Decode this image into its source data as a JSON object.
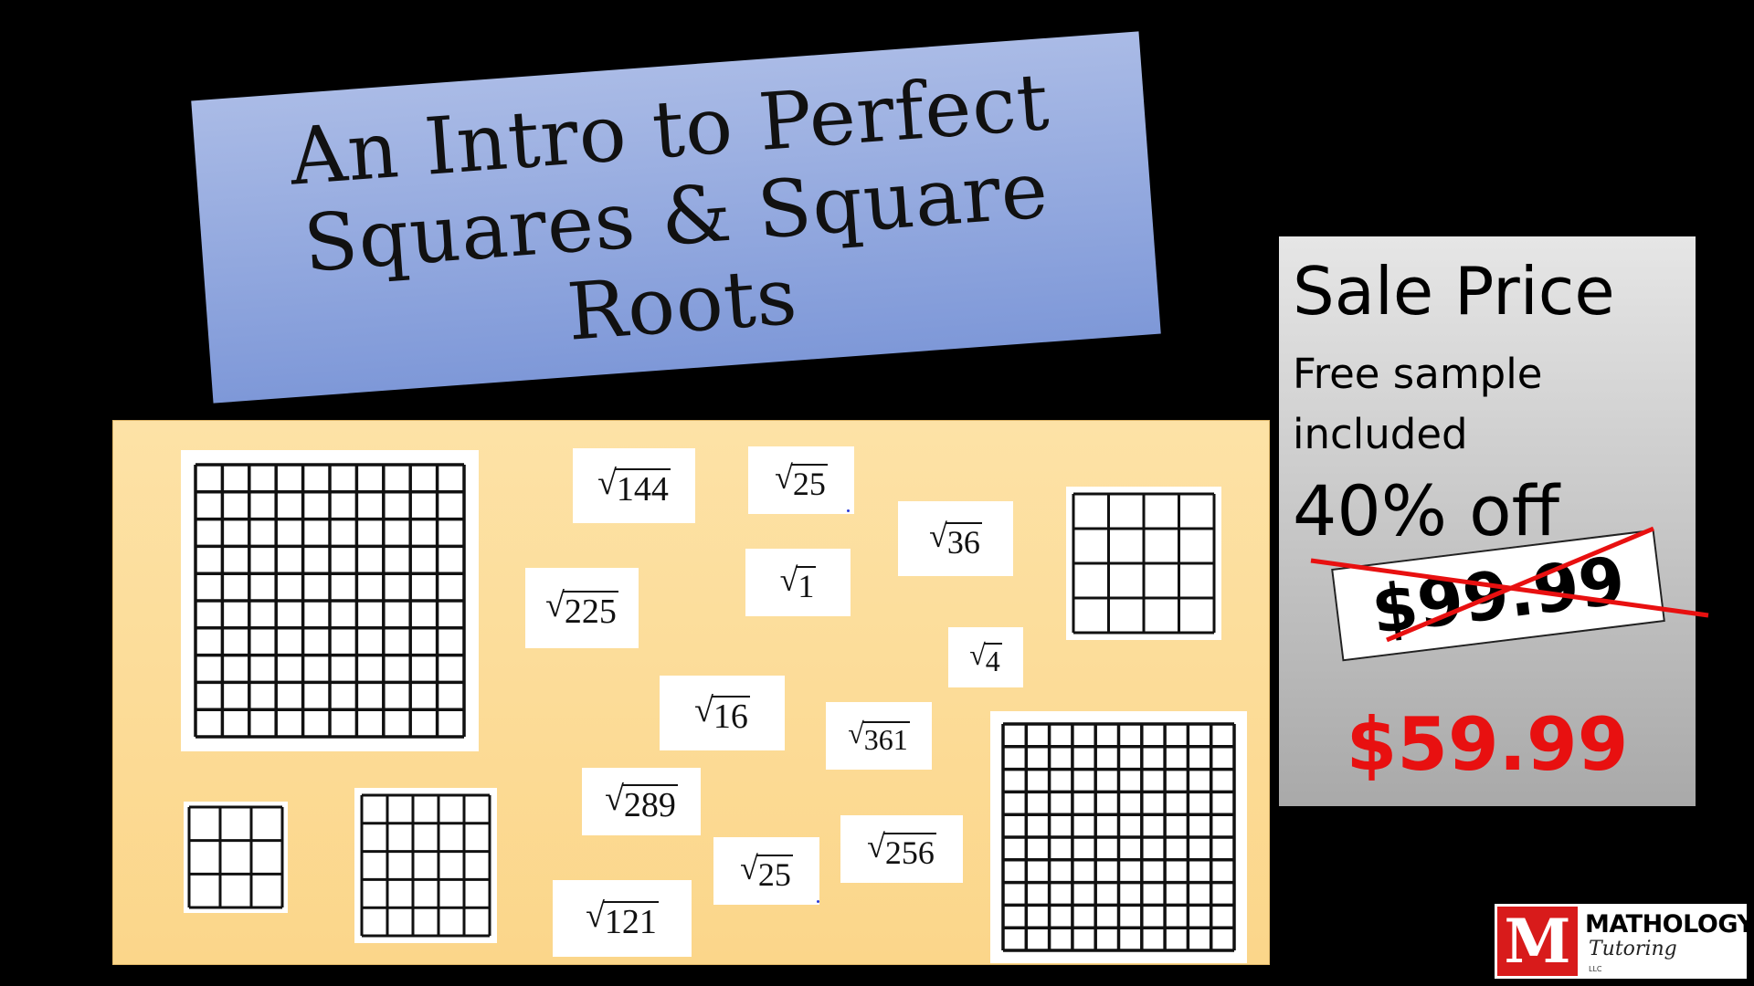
{
  "title": "An Intro to Perfect\nSquares & Square\nRoots",
  "board": {
    "radical_symbol": "√",
    "root_cards": [
      "144",
      "25",
      "36",
      "225",
      "1",
      "4",
      "16",
      "361",
      "289",
      "256",
      "25",
      "121"
    ],
    "grids": [
      10,
      4,
      3,
      5,
      10
    ]
  },
  "price": {
    "heading": "Sale Price",
    "note": "Free sample included",
    "discount": "40% off",
    "original": "$99.99",
    "sale": "$59.99",
    "strike_color": "#e81010",
    "sale_color": "#e81010"
  },
  "logo": {
    "letter": "M",
    "brand": "MATHOLOGY",
    "subtitle": "Tutoring",
    "llc": "LLC",
    "color": "#d81b1b"
  }
}
